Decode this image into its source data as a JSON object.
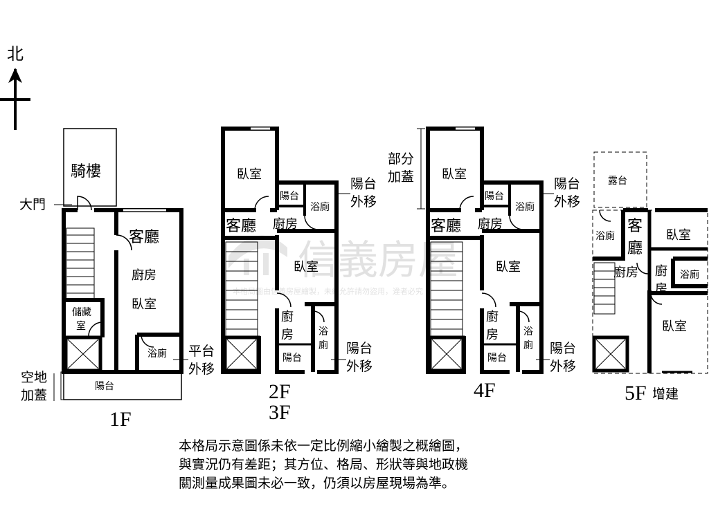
{
  "north": "北",
  "watermark": {
    "brand": "信義房屋",
    "notice": "本格局圖由信義房屋繪製，未經允許請勿盜用，違者必究"
  },
  "floors": {
    "f1": {
      "label": "1F",
      "rooms": {
        "arcade": "騎樓",
        "living": "客廳",
        "kitchen": "廚房",
        "bedroom": "臥室",
        "storage_1": "儲藏",
        "storage_2": "室",
        "bath": "浴廁",
        "balcony": "陽台"
      },
      "notes": {
        "main_door": "大門",
        "platform_1": "平台",
        "platform_2": "外移",
        "empty_1": "空地",
        "empty_2": "加蓋"
      }
    },
    "f23": {
      "label_a": "2F",
      "label_b": "3F",
      "rooms": {
        "bedroom_top": "臥室",
        "balcony_top": "陽台",
        "bath_top": "浴廁",
        "living": "客廳",
        "kitchen_top": "廚房",
        "bedroom_mid": "臥室",
        "kitchen_low_1": "廚",
        "kitchen_low_2": "房",
        "bath_low_1": "浴",
        "bath_low_2": "廁",
        "balcony_low": "陽台"
      },
      "notes": {
        "bal_a_1": "陽台",
        "bal_a_2": "外移",
        "bal_b_1": "陽台",
        "bal_b_2": "外移"
      }
    },
    "f4": {
      "label": "4F",
      "rooms": {
        "bedroom_top": "臥室",
        "balcony_top": "陽台",
        "bath_top": "浴廁",
        "living": "客廳",
        "kitchen_top": "廚房",
        "bedroom_mid": "臥室",
        "kitchen_low_1": "廚",
        "kitchen_low_2": "房",
        "bath_low_1": "浴",
        "bath_low_2": "廁",
        "balcony_low": "陽台"
      },
      "notes": {
        "partial_1": "部分",
        "partial_2": "加蓋",
        "bal_a_1": "陽台",
        "bal_a_2": "外移",
        "bal_b_1": "陽台",
        "bal_b_2": "外移"
      }
    },
    "f5": {
      "label": "5F",
      "extra": "增建",
      "rooms": {
        "terrace": "露台",
        "bath_left": "浴廁",
        "living_1": "客",
        "living_2": "廳",
        "bedroom_top": "臥室",
        "kitchen_left": "廚房",
        "kitchen_mid_1": "廚",
        "kitchen_mid_2": "房",
        "bath_right": "浴廁",
        "bedroom_big": "臥室"
      }
    }
  },
  "disclaimer": [
    "本格局示意圖係未依一定比例縮小繪製之概繪圖，",
    "與實況仍有差距；其方位、格局、形狀等與地政機",
    "關測量成果圖未必一致，仍須以房屋現場為準。"
  ]
}
